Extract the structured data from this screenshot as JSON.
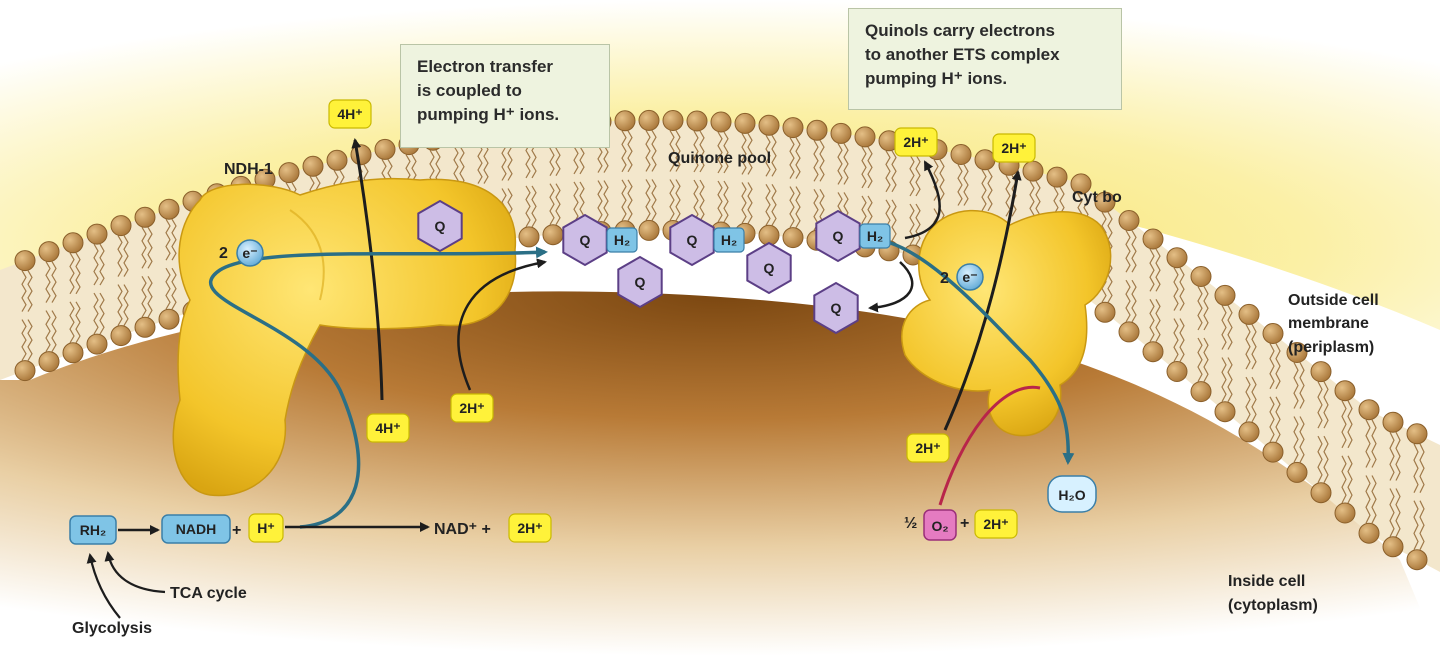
{
  "callouts": {
    "electron_transfer": [
      "Electron transfer",
      "is coupled to",
      "pumping H⁺ ions."
    ],
    "quinols": [
      "Quinols carry electrons",
      "to another ETS complex",
      "pumping H⁺ ions."
    ]
  },
  "labels": {
    "ndh1": "NDH-1",
    "quinone_pool": "Quinone pool",
    "cyt_bo": "Cyt bo",
    "outside": [
      "Outside cell",
      "membrane",
      "(periplasm)"
    ],
    "inside": [
      "Inside cell",
      "(cytoplasm)"
    ],
    "tca_cycle": "TCA cycle",
    "glycolysis": "Glycolysis"
  },
  "protons": {
    "ndh_top": "4H⁺",
    "ndh_bottom": "4H⁺",
    "quinone_in": "2H⁺",
    "quinol_out": "2H⁺",
    "cyt_out": "2H⁺",
    "cyt_in": "2H⁺",
    "nad_side": "2H⁺",
    "oxygen_side": "2H⁺"
  },
  "molecules": {
    "quinone": "Q",
    "quinol_h": "H₂",
    "electrons": "e⁻",
    "electron_count": "2",
    "rh2": "RH₂",
    "nadh": "NADH",
    "plus": "+",
    "h_plus": "H⁺",
    "nad": "NAD⁺ +",
    "half": "½",
    "o2": "O₂",
    "h2o": "H₂O"
  },
  "colors": {
    "membrane_head": "#c79a5c",
    "protein": "#f2c733",
    "electron_arrow": "#2b6f86",
    "oxygen_arrow": "#b8254a",
    "quinone": "#cdbde6",
    "quinol_tag": "#7fc4e6",
    "proton_tag": "#fff23a",
    "o2_tag": "#e57bc1"
  }
}
